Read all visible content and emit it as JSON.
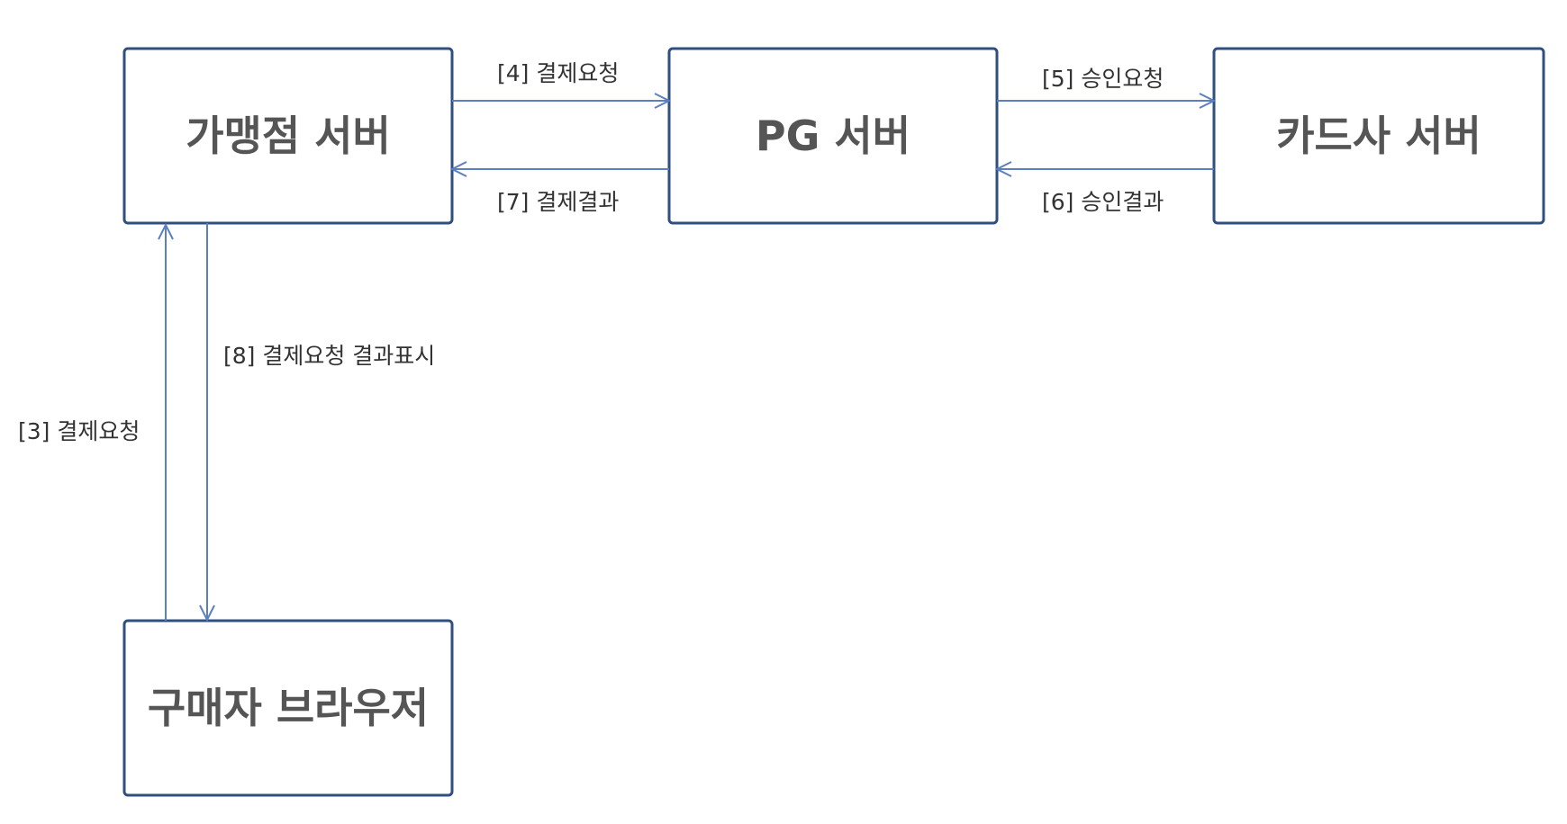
{
  "diagram": {
    "nodes": {
      "merchant": "가맹점 서버",
      "pg": "PG 서버",
      "card": "카드사 서버",
      "buyer": "구매자 브라우저"
    },
    "edges": {
      "e3": "[3] 결제요청",
      "e4": "[4] 결제요청",
      "e5": "[5] 승인요청",
      "e6": "[6] 승인결과",
      "e7": "[7] 결제결과",
      "e8": "[8] 결제요청 결과표시"
    }
  },
  "colors": {
    "box_border": "#2f4f7f",
    "arrow": "#5b7fbf",
    "node_text": "#555555",
    "edge_text": "#333333"
  }
}
